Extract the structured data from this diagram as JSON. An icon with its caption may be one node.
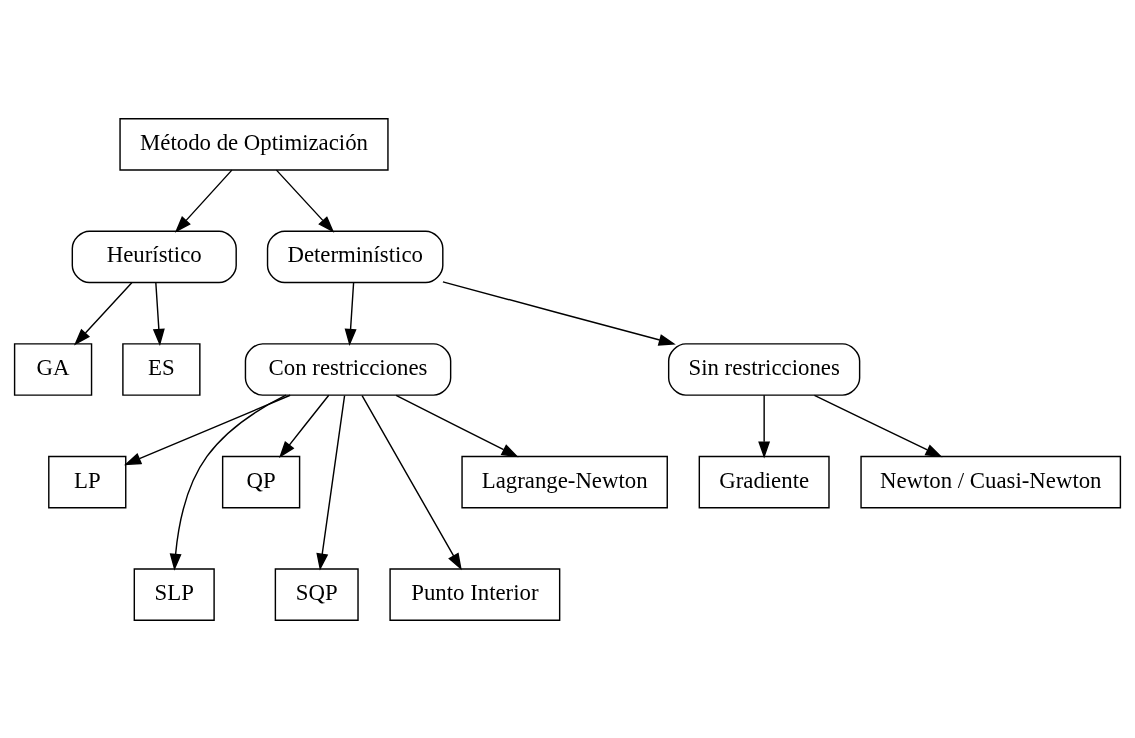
{
  "diagram": {
    "nodes": [
      {
        "text": [
          "Método de Optimización"
        ]
      },
      {
        "text": [
          "Heurístico"
        ]
      },
      {
        "text": [
          "Determinístico"
        ]
      },
      {
        "text": [
          "GA"
        ]
      },
      {
        "text": [
          "ES"
        ]
      },
      {
        "text": [
          "Con restricciones"
        ]
      },
      {
        "text": [
          "Sin restricciones"
        ]
      },
      {
        "text": [
          "LP"
        ]
      },
      {
        "text": [
          "SLP"
        ]
      },
      {
        "text": [
          "QP"
        ]
      },
      {
        "text": [
          "SQP"
        ]
      },
      {
        "text": [
          "Punto Interior"
        ]
      },
      {
        "text": [
          "Lagrange-Newton"
        ]
      },
      {
        "text": [
          "Gradiente"
        ]
      },
      {
        "text": [
          "Newton / Cuasi-Newton"
        ]
      }
    ],
    "edges": [
      {
        "from": 0,
        "to": 1,
        "arrow": "to"
      },
      {
        "from": 0,
        "to": 2,
        "arrow": "to"
      },
      {
        "from": 1,
        "to": 3,
        "arrow": "to"
      },
      {
        "from": 1,
        "to": 4,
        "arrow": "to"
      },
      {
        "from": 2,
        "to": 5,
        "arrow": "to"
      },
      {
        "from": 2,
        "to": 6,
        "arrow": "to"
      },
      {
        "from": 5,
        "to": 7,
        "arrow": "to"
      },
      {
        "from": 5,
        "to": 8,
        "arrow": "to"
      },
      {
        "from": 5,
        "to": 9,
        "arrow": "to"
      },
      {
        "from": 5,
        "to": 10,
        "arrow": "to"
      },
      {
        "from": 5,
        "to": 11,
        "arrow": "to"
      },
      {
        "from": 5,
        "to": 12,
        "arrow": "to"
      },
      {
        "from": 6,
        "to": 13,
        "arrow": "to"
      },
      {
        "from": 6,
        "to": 14,
        "arrow": "to"
      }
    ]
  }
}
